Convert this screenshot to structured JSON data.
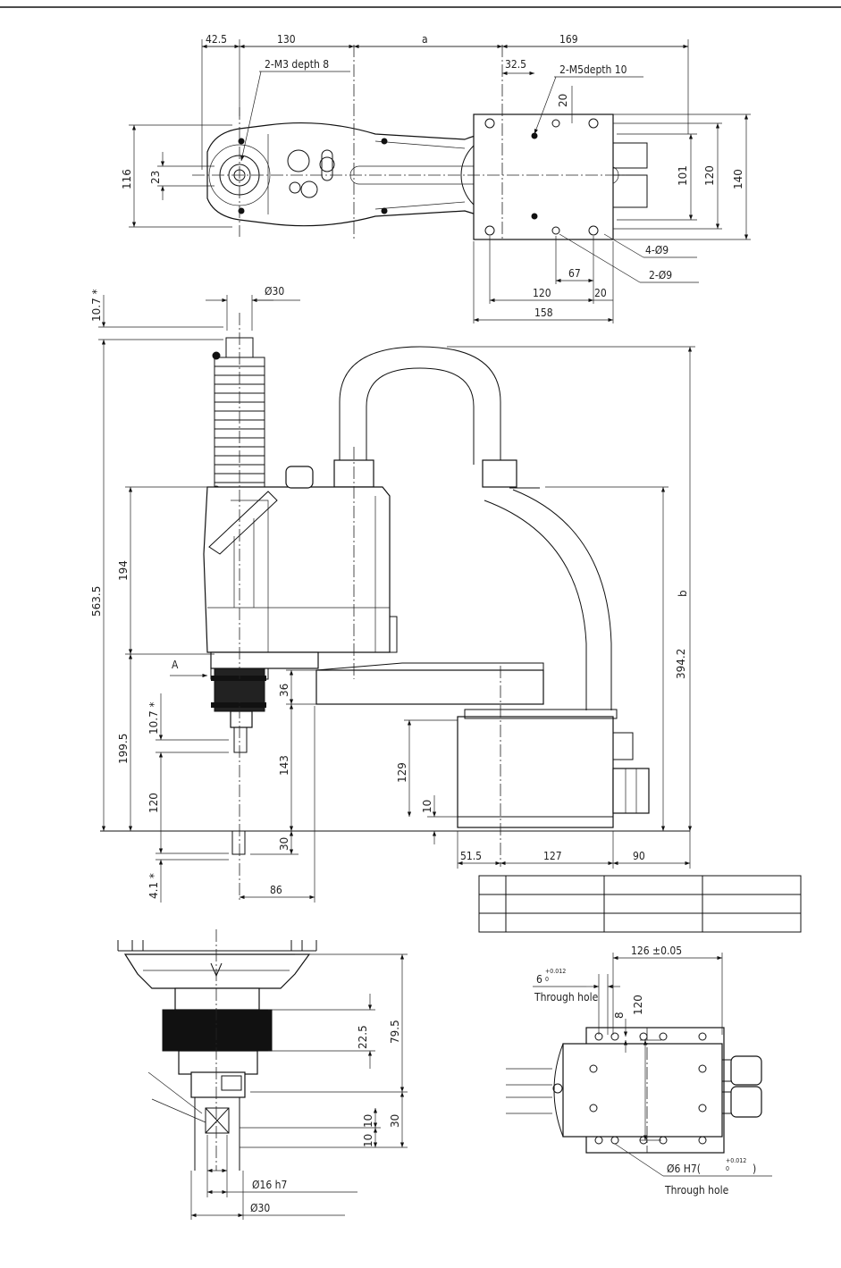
{
  "top_view": {
    "dims": {
      "d42_5": "42.5",
      "d130": "130",
      "da": "a",
      "d169": "169",
      "d32_5": "32.5",
      "d20_v": "20",
      "d116": "116",
      "d23": "23",
      "d101": "101",
      "d120_v": "120",
      "d140": "140",
      "d67": "67",
      "d120_h": "120",
      "d20_h": "20",
      "d158": "158"
    },
    "callouts": {
      "m3": "2-M3 depth 8",
      "m5": "2-M5depth 10",
      "hole4": "4-Ø9",
      "hole2": "2-Ø9"
    }
  },
  "side_view": {
    "dims": {
      "d10_7_top": "10.7 *",
      "d30_dia": "Ø30",
      "d563_5": "563.5",
      "d194": "194",
      "d199_5": "199.5",
      "d10_7_mid": "10.7 *",
      "d120": "120",
      "d4_1": "4.1 *",
      "d36": "36",
      "d143": "143",
      "d30": "30",
      "d86": "86",
      "d129": "129",
      "d10": "10",
      "d394_2": "394.2",
      "db": "b",
      "d51_5": "51.5",
      "d127": "127",
      "d90": "90"
    },
    "arrow_label": "A"
  },
  "detail_view": {
    "dims": {
      "d22_5": "22.5",
      "d79_5": "79.5",
      "d10a": "10",
      "d10b": "10",
      "d30": "30",
      "d16": "Ø16 h7",
      "d30_dia": "Ø30"
    }
  },
  "base_view": {
    "dims": {
      "d126": "126 ±0.05",
      "d6": "6",
      "tol_top": "+0.012",
      "tol_bot": "0",
      "d8": "8",
      "d120": "120",
      "d6h7": "Ø6 H7(",
      "d6h7_close": ")"
    },
    "through_hole_top": "Through hole",
    "through_hole_bottom": "Through hole"
  },
  "table": {
    "rows": [
      [
        "",
        "",
        "",
        ""
      ],
      [
        "",
        "",
        "",
        ""
      ],
      [
        "",
        "",
        "",
        ""
      ]
    ]
  }
}
